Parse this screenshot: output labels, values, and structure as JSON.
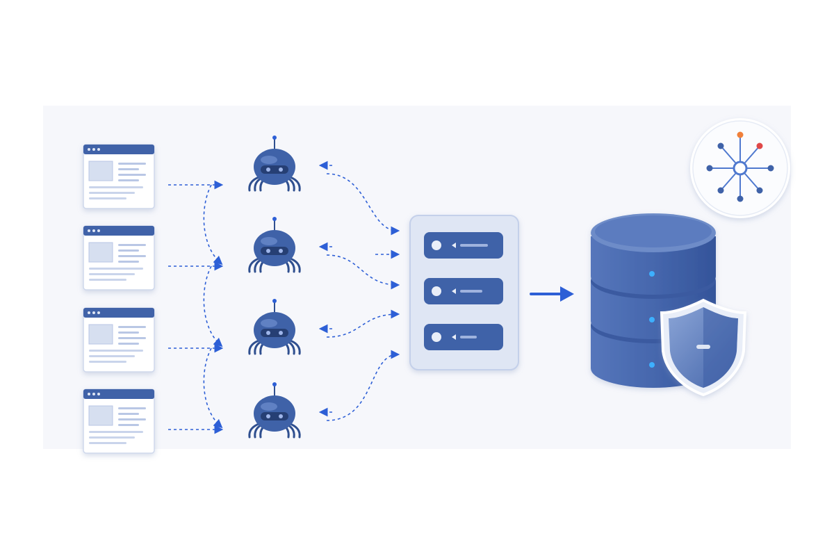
{
  "diagram": {
    "stages": [
      "web-pages",
      "crawler-bots",
      "processing-queue",
      "protected-database"
    ],
    "web_pages": [
      {
        "id": "page-1"
      },
      {
        "id": "page-2"
      },
      {
        "id": "page-3"
      },
      {
        "id": "page-4"
      }
    ],
    "crawlers": [
      {
        "id": "crawler-1"
      },
      {
        "id": "crawler-2"
      },
      {
        "id": "crawler-3"
      },
      {
        "id": "crawler-4"
      }
    ],
    "queue_items": [
      {
        "id": "queue-item-1"
      },
      {
        "id": "queue-item-2"
      },
      {
        "id": "queue-item-3"
      }
    ],
    "icons": {
      "page": "web-page-icon",
      "crawler": "spider-bot-icon",
      "queue": "processing-queue-icon",
      "database": "database-icon",
      "shield": "shield-icon",
      "network": "network-hub-icon"
    },
    "colors": {
      "primary": "#3f62a8",
      "dark": "#2f4f8f",
      "arrow": "#2d5fd6",
      "light": "#dfe6f4",
      "accent_orange": "#f0803a",
      "accent_red": "#e04848"
    }
  }
}
